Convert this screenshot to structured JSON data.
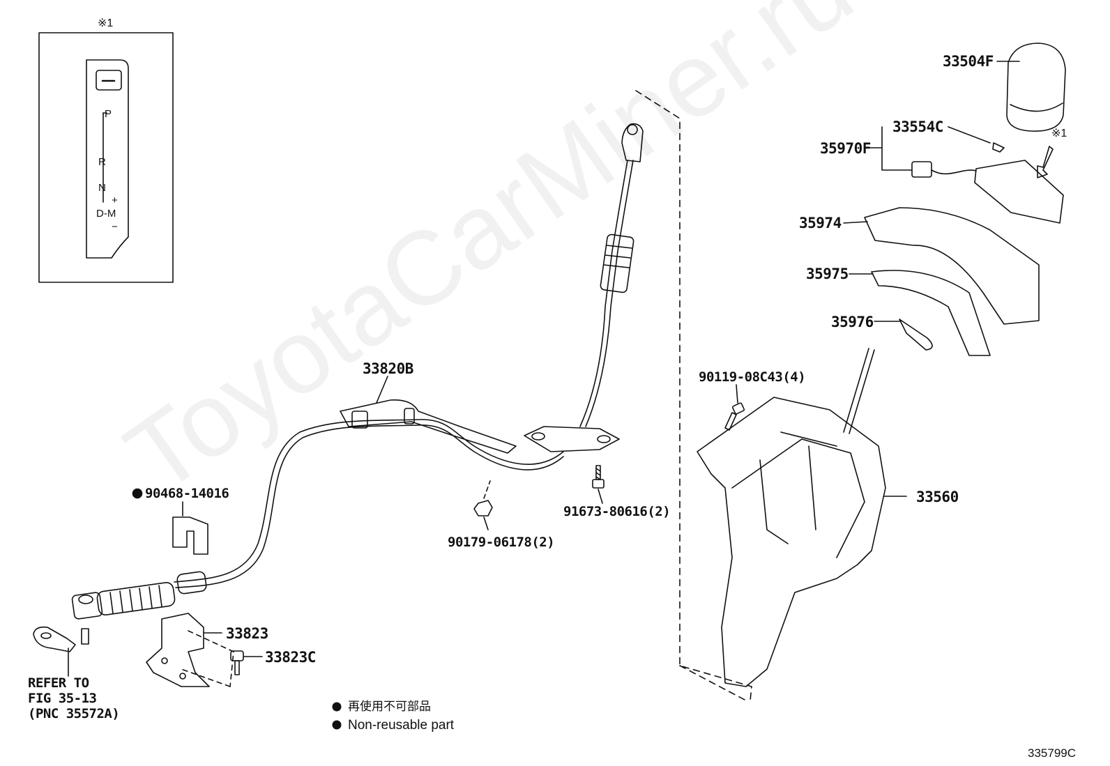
{
  "watermark": "ToyotaCarMiner.ru",
  "inset": {
    "marker": "※1",
    "gear_labels": [
      "P",
      "R",
      "N",
      "D-M",
      "+",
      "−"
    ]
  },
  "marker_right": "※1",
  "parts": {
    "p33504F": "33504F",
    "p33554C": "33554C",
    "p35970F": "35970F",
    "p35974": "35974",
    "p35975": "35975",
    "p35976": "35976",
    "p33820B": "33820B",
    "p90119": "90119-08C43(4)",
    "p90468": "90468-14016",
    "p91673": "91673-80616(2)",
    "p90179": "90179-06178(2)",
    "p33560": "33560",
    "p33823": "33823",
    "p33823C": "33823C"
  },
  "refer": {
    "line1": "REFER TO",
    "line2": "FIG 35-13",
    "line3": "(PNC 35572A)"
  },
  "legend": {
    "jp": "再使用不可部品",
    "en": "Non-reusable part"
  },
  "diagram_id": "335799C"
}
